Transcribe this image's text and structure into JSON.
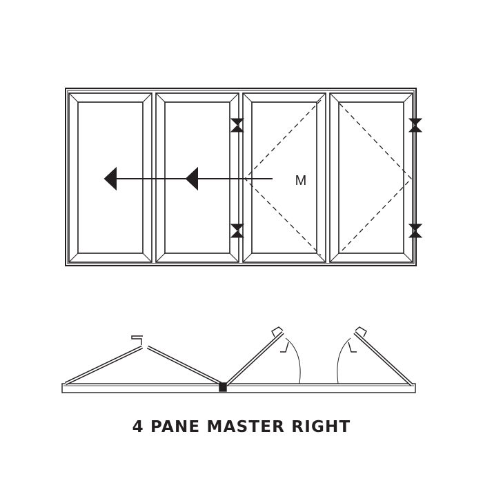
{
  "diagram": {
    "title": "4 PANE MASTER RIGHT",
    "master_label": "M",
    "pane_count": 4,
    "stroke_color": "#231f20"
  }
}
